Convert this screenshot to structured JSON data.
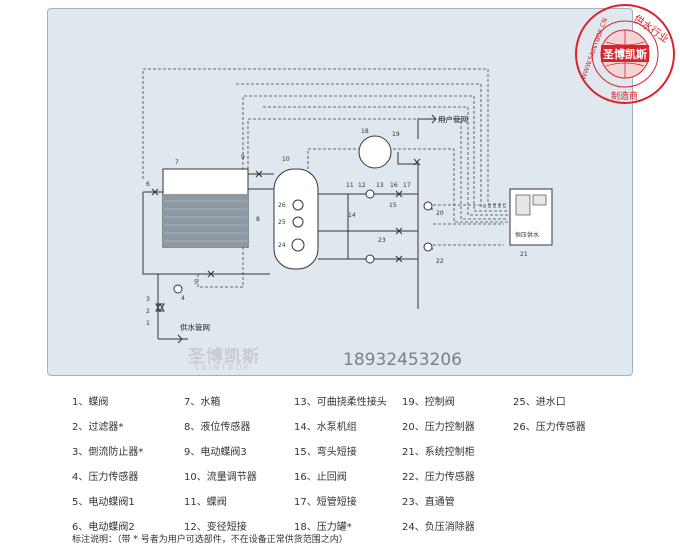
{
  "diagram": {
    "supply_label": "用户管网",
    "inlet_label": "供水管网",
    "cabinet_label": "恒压供水"
  },
  "watermark": {
    "brand": "圣博凯斯",
    "sub": "SAINTBOX",
    "phone": "18932453206"
  },
  "seal": {
    "center": "圣博凯斯",
    "ring_right": "供水行业",
    "ring_left": "WWW.SAINTBOX.CN",
    "ring_bottom": "制造商"
  },
  "legend": [
    "1、蝶阀",
    "2、过滤器*",
    "3、倒流防止器*",
    "4、压力传感器",
    "5、电动蝶阀1",
    "6、电动蝶阀2",
    "7、水箱",
    "8、液位传感器",
    "9、电动蝶阀3",
    "10、流量调节器",
    "11、蝶阀",
    "12、变径短接",
    "13、可曲挠柔性接头",
    "14、水泵机组",
    "15、弯头短接",
    "16、止回阀",
    "17、短管短接",
    "18、压力罐*",
    "19、控制阀",
    "20、压力控制器",
    "21、系统控制柜",
    "22、压力传感器",
    "23、直通管",
    "24、负压消除器",
    "25、进水口",
    "26、压力传感器"
  ],
  "note": "标注说明：（带 * 号者为用户可选部件，不在设备正常供货范围之内）",
  "colors": {
    "panel": "#dfe8ee",
    "seal": "#d9232d",
    "line": "#333333"
  }
}
